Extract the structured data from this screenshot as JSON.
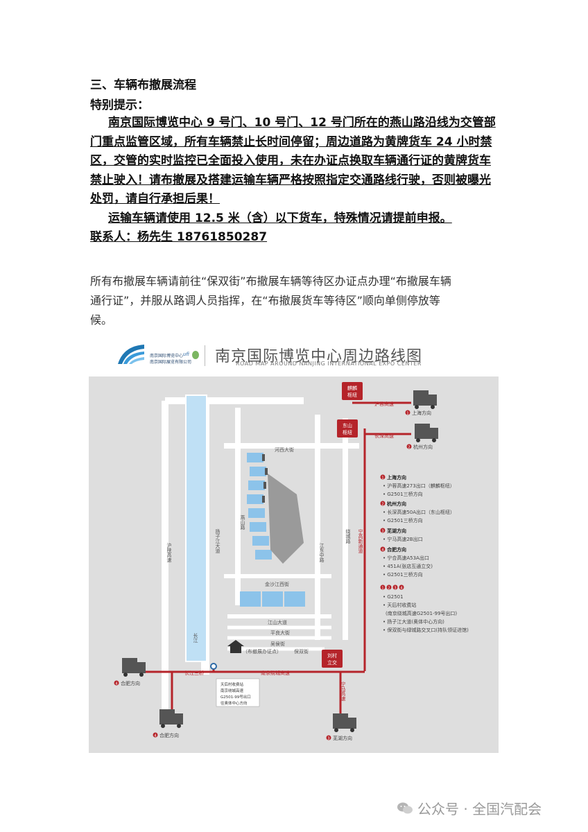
{
  "section_title": "三、车辆布撤展流程",
  "tip_label": "特别提示：",
  "notice_lines": [
    "南京国际博览中心 9 号门、10 号门、12 号门所在的燕山路沿线为交管部",
    "门重点监管区域，所有车辆禁止长时间停留；周边道路为黄牌货车 24 小时禁",
    "区，交管的实时监控已全面投入使用，未在办证点换取车辆通行证的黄牌货车",
    "禁止驶入！请布撤展及搭建运输车辆严格按照指定交通路线行驶，否则被曝光",
    "处罚，请自行承担后果！"
  ],
  "vehicle_note": "运输车辆请使用 12.5 米（含）以下货车，特殊情况请提前申报。",
  "contact": "联系人：杨先生  18761850287",
  "description_lines": [
    "所有布撤展车辆请前往“保双街”布撤展车辆等待区办证点办理“布撤展车辆",
    "通行证”，并服从路调人员指挥，在“布撤展货车等待区”顺向单侧停放等",
    "候。"
  ],
  "map": {
    "title": "南京国际博览中心周边路线图",
    "subtitle": "ROAD MAP AROUND NANJING INTERNATIONAL EXPO CENTER",
    "logo_line1": "南京国际博览中心",
    "logo_line2": "南京国际展览有限公司",
    "logo_badge": "ufi",
    "hubs": {
      "qilin": "麒麟\n枢纽",
      "dongshan": "东山\n枢纽",
      "liucun": "刘村\n立交"
    },
    "roads": {
      "hurong": "沪蓉高速",
      "changshen": "长深高速",
      "hexi": "河西大街",
      "yangzijiang": "扬子江大道",
      "yanshan": "燕山路",
      "jiangdong": "江东中路",
      "raocheng": "绕城路",
      "hushan": "沪陕高速",
      "jinshajiang": "金沙江西街",
      "jiangshan": "江山大道",
      "pingjing": "平良大街",
      "wuhou": "吴侯街",
      "baoshuang": "保双街",
      "changjiang": "长江",
      "changjiang_bridge": "长江三桥",
      "nanjing_ring": "南京绕城高速",
      "ninggao": "宁高新通道",
      "ninghe": "宁马高速",
      "office": "（布撤展办证点）"
    },
    "directions": {
      "shanghai": "上海方向",
      "hangzhou": "杭州方向",
      "hefei_left": "合肥方向",
      "hefei_bottom": "合肥方向",
      "wuhu": "芜湖方向"
    },
    "callout": "天后村收费站\n南京绕城高速\nG2501-99号出口\n往奥体中心方向",
    "legend": [
      {
        "num": "1",
        "title": "上海方向",
        "items": [
          "沪蓉高速273出口（麒麟枢纽）",
          "G2501三桥方向"
        ]
      },
      {
        "num": "2",
        "title": "杭州方向",
        "items": [
          "长深高速50A出口（东山枢纽）",
          "G2501三桥方向"
        ]
      },
      {
        "num": "3",
        "title": "芜湖方向",
        "items": [
          "宁马高速2B出口"
        ]
      },
      {
        "num": "4",
        "title": "合肥方向",
        "items": [
          "宁合高速A53A出口",
          "451A(张店互通立交)",
          "G2501三桥方向"
        ]
      }
    ],
    "legend_all": {
      "nums": [
        "1",
        "2",
        "3",
        "4"
      ],
      "items": [
        "G2501",
        "天后村收费站",
        "(南京绕城高速G2501-99号出口)",
        "扬子江大道(奥体中心方向)",
        "保双街与绿城路交叉口(持队领证进馆)"
      ]
    }
  },
  "watermark": "公众号 · 全国汽配会",
  "colors": {
    "accent_red": "#b5242a",
    "map_bg": "#dedede",
    "river": "#bfe0f5",
    "venue_blue": "#8cc3ea"
  }
}
